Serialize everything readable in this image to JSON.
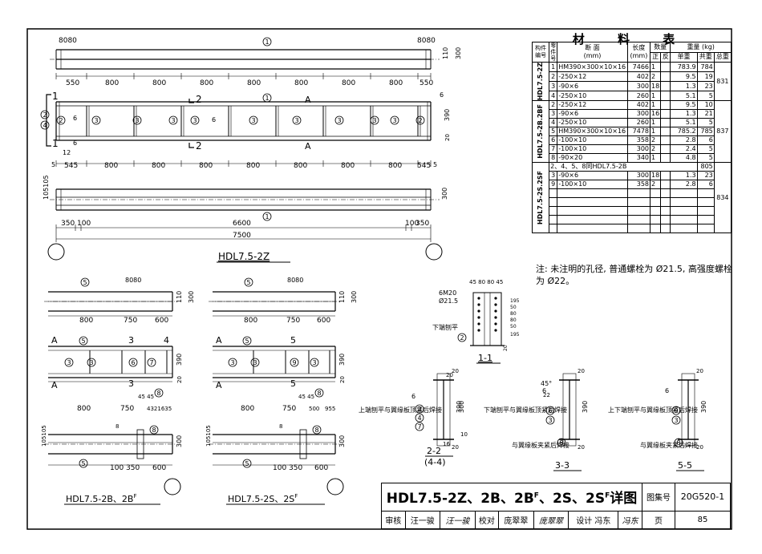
{
  "table": {
    "title": "材 料 表",
    "headers": {
      "member": "构件编号",
      "part": "零件号",
      "section": "断 面",
      "section_unit": "(mm)",
      "length": "长度",
      "length_unit": "(mm)",
      "qty": "数量",
      "qty_pos": "正",
      "qty_neg": "反",
      "weight": "重量 (kg)",
      "w_unit": "单重",
      "w_total": "共重",
      "w_sum": "总重"
    },
    "groups": [
      {
        "name": "HDL7.5-2Z",
        "total": "831",
        "rows": [
          {
            "no": "1",
            "section": "HM390×300×10×16",
            "len": "7466",
            "pos": "1",
            "neg": "",
            "unit": "783.9",
            "sum": "784"
          },
          {
            "no": "2",
            "section": "-250×12",
            "len": "402",
            "pos": "2",
            "neg": "",
            "unit": "9.5",
            "sum": "19"
          },
          {
            "no": "3",
            "section": "-90×6",
            "len": "300",
            "pos": "18",
            "neg": "",
            "unit": "1.3",
            "sum": "23"
          },
          {
            "no": "4",
            "section": "-250×10",
            "len": "260",
            "pos": "1",
            "neg": "",
            "unit": "5.1",
            "sum": "5"
          }
        ]
      },
      {
        "name": "HDL7.5-2B.2BF",
        "total": "837",
        "rows": [
          {
            "no": "2",
            "section": "-250×12",
            "len": "402",
            "pos": "1",
            "neg": "",
            "unit": "9.5",
            "sum": "10"
          },
          {
            "no": "3",
            "section": "-90×6",
            "len": "300",
            "pos": "16",
            "neg": "",
            "unit": "1.3",
            "sum": "21"
          },
          {
            "no": "4",
            "section": "-250×10",
            "len": "260",
            "pos": "1",
            "neg": "",
            "unit": "5.1",
            "sum": "5"
          },
          {
            "no": "5",
            "section": "HM390×300×10×16",
            "len": "7478",
            "pos": "1",
            "neg": "",
            "unit": "785.2",
            "sum": "785"
          },
          {
            "no": "6",
            "section": "-100×10",
            "len": "358",
            "pos": "2",
            "neg": "",
            "unit": "2.8",
            "sum": "6"
          },
          {
            "no": "7",
            "section": "-100×10",
            "len": "300",
            "pos": "2",
            "neg": "",
            "unit": "2.4",
            "sum": "5"
          },
          {
            "no": "8",
            "section": "-90×20",
            "len": "340",
            "pos": "1",
            "neg": "",
            "unit": "4.8",
            "sum": "5"
          }
        ]
      },
      {
        "name": "HDL7.5-2S.2SF",
        "total": "834",
        "same_note": "2、4、5、8同HDL7.5-2B",
        "same_sum": "805",
        "rows": [
          {
            "no": "3",
            "section": "-90×6",
            "len": "300",
            "pos": "18",
            "neg": "",
            "unit": "1.3",
            "sum": "23"
          },
          {
            "no": "9",
            "section": "-100×10",
            "len": "358",
            "pos": "2",
            "neg": "",
            "unit": "2.8",
            "sum": "6"
          }
        ]
      }
    ]
  },
  "note": {
    "label": "注:",
    "text": "未注明的孔径, 普通螺栓为 Ø21.5, 高强度螺栓为 Ø22。"
  },
  "drawings": {
    "main_caption": "HDL7.5-2Z",
    "b_caption": "HDL7.5-2B、2B",
    "b_sup": "F",
    "s_caption": "HDL7.5-2S、2S",
    "s_sup": "F",
    "sec11": "1-1",
    "sec22": "2-2",
    "sec44": "(4-4)",
    "sec33": "3-3",
    "sec55": "5-5",
    "dims_top": [
      "550",
      "800",
      "800",
      "800",
      "800",
      "800",
      "800",
      "800",
      "550"
    ],
    "dims_mid": [
      "545",
      "800",
      "800",
      "800",
      "800",
      "800",
      "800",
      "800",
      "545"
    ],
    "dim_6600": "6600",
    "dim_7500": "7500",
    "dim_350": "350",
    "dim_100": "100",
    "dim_300": "300",
    "dim_390": "390",
    "dim_110": "110",
    "dim_20": "20",
    "dim_12": "12",
    "dim_5": "5",
    "dim_8080": "8080",
    "dim_105105": "105105",
    "b_dims": [
      "800",
      "750",
      "600"
    ],
    "b_bot": [
      "800",
      "750",
      "4321635"
    ],
    "s_bot": [
      "800",
      "750",
      "500",
      "955"
    ],
    "b_plan": [
      "100",
      "350",
      "600"
    ],
    "lbl_A": "A",
    "lbl_1": "1",
    "lbl_2": "2",
    "lbl_3": "3",
    "lbl_4": "4",
    "lbl_5": "5",
    "bolt": "6M20",
    "hole": "Ø21.5",
    "sec11_dims": "45 80 80 45",
    "sec11_v": [
      "195",
      "50",
      "80",
      "80",
      "50",
      "195"
    ],
    "bot_planed": "下端刨平",
    "top_weld": "上端刨平与翼缘板顶紧后焊接",
    "bot_weld": "下端刨平与翼缘板顶紧后焊接",
    "updown_weld": "上下端刨平与翼缘板顶紧后焊接",
    "flange_weld": "与翼缘板夹紧后焊接",
    "weld6": "6",
    "ang45": "45°",
    "d4545": "45 45",
    "d1616": "16",
    "d8": "8"
  },
  "titleblock": {
    "title": "HDL7.5-2Z、2B、2B",
    "title_f1": "F",
    "title_mid": "、2S、2S",
    "title_f2": "F",
    "title_end": "详图",
    "atlas_label": "图集号",
    "atlas_no": "20G520-1",
    "review_label": "审核",
    "review_name": "汪一骏",
    "review_sign": "汪一骏",
    "check_label": "校对",
    "check_name": "庞翠翠",
    "check_sign": "庞翠翠",
    "design_label": "设计",
    "design_name": "冯东",
    "design_sign": "冯东",
    "page_label": "页",
    "page_no": "85"
  }
}
